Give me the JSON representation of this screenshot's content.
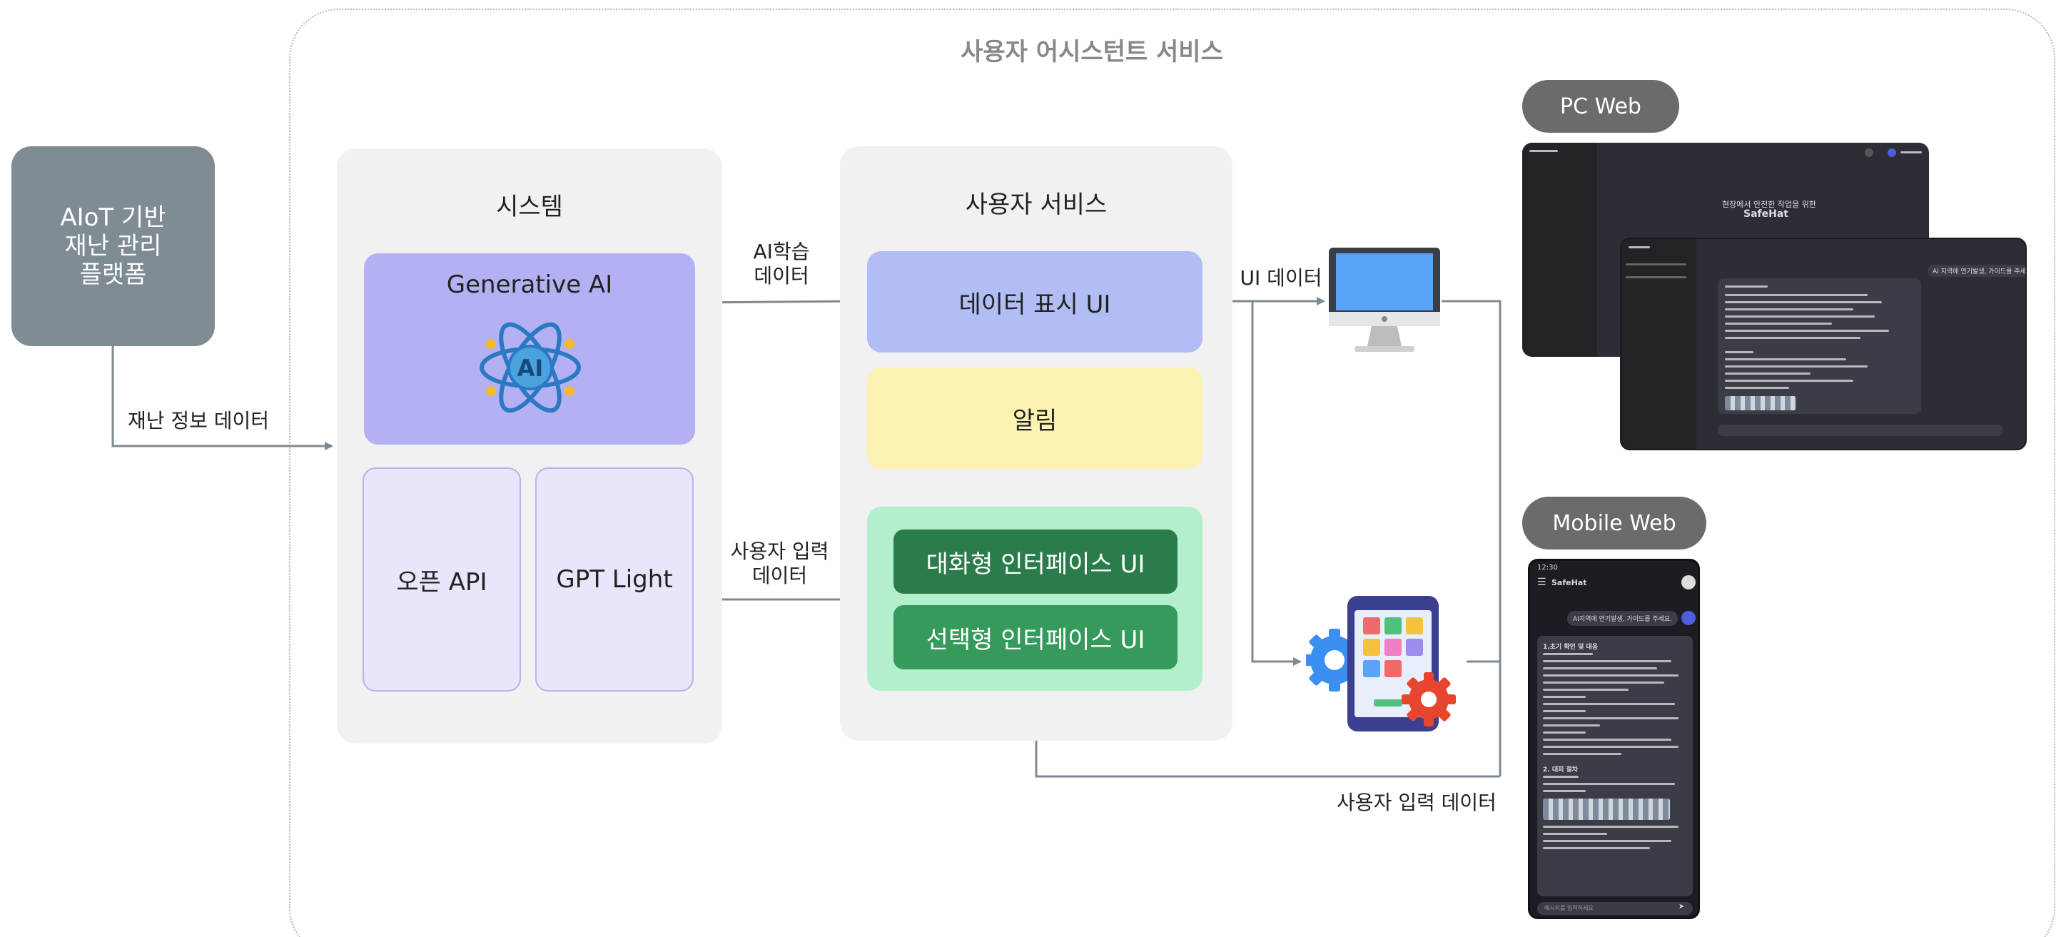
{
  "service_title": "사용자 어시스턴트 서비스",
  "platform": {
    "line1": "AIoT 기반",
    "line2": "재난 관리",
    "line3": "플랫폼"
  },
  "system": {
    "title": "시스템",
    "generative_ai": "Generative AI",
    "ai_icon_text": "AI",
    "open_api": "오픈 API",
    "gpt_light": "GPT Light"
  },
  "user_service": {
    "title": "사용자 서비스",
    "data_display": "데이터 표시 UI",
    "alarm": "알림",
    "chat_ui": "대화형 인터페이스 UI",
    "select_ui": "선택형 인터페이스 UI"
  },
  "flows": {
    "ai_train_line1": "AI학습",
    "ai_train_line2": "데이터",
    "user_input_line1": "사용자 입력",
    "user_input_line2": "데이터",
    "ui_data": "UI 데이터",
    "disaster_info": "재난 정보 데이터",
    "user_input_bottom": "사용자  입력 데이터"
  },
  "pc_web": {
    "label": "PC Web",
    "app_name": "SafeHat",
    "subtitle": "현장에서 안전한 작업을 위한",
    "question": "AI 지역에 연기발생, 가이드를 주세요."
  },
  "mobile_web": {
    "label": "Mobile Web",
    "time": "12:30",
    "app_name": "SafeHat",
    "question": "AI지역에 연기발생, 가이드를 주세요.",
    "section1": "1.초기 확인 및 대응",
    "section2": "2. 대피 절차",
    "input_placeholder": "메시지를 입력하세요"
  },
  "colors": {
    "platform": "#7f8c93",
    "panel": "#f1f1f1",
    "generative_ai": "#b3b0f4",
    "light_box": "#e7e6fb",
    "data_display": "#b1bdf4",
    "alarm": "#fcf3b0",
    "interface_group": "#b3efcd",
    "chat_ui": "#2a7d4b",
    "select_ui": "#359a5c",
    "arrow": "#7d8a93",
    "pill": "#6b6b6b"
  }
}
